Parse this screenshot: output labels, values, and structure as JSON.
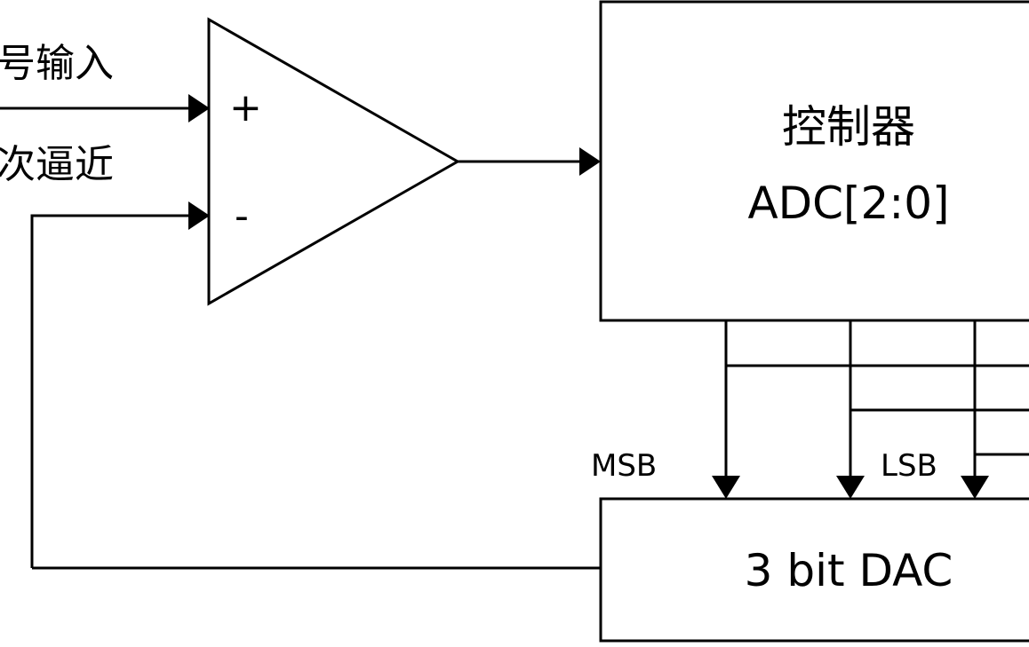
{
  "inputs": {
    "signal_input_label": "号输入",
    "approx_label": "次逼近"
  },
  "comparator": {
    "plus_label": "+",
    "minus_label": "-"
  },
  "controller": {
    "title": "控制器",
    "subtitle": "ADC[2:0]"
  },
  "bus": {
    "msb_label": "MSB",
    "lsb_label": "LSB"
  },
  "dac": {
    "label": "3 bit DAC"
  },
  "colors": {
    "stroke": "#000000",
    "background": "#ffffff"
  }
}
